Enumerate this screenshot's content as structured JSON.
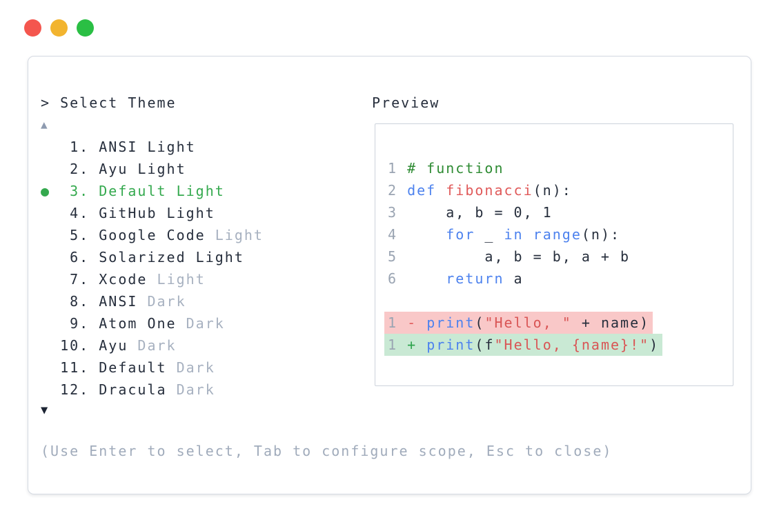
{
  "window": {
    "traffic_lights": [
      "close",
      "minimize",
      "zoom"
    ]
  },
  "palette": {
    "prompt": "> Select Theme",
    "scroll_up_icon": "▲",
    "scroll_down_icon": "▼",
    "selected_indicator": "●",
    "items": [
      {
        "number": "1.",
        "label": "ANSI Light",
        "muted": "",
        "selected": false
      },
      {
        "number": "2.",
        "label": "Ayu Light",
        "muted": "",
        "selected": false
      },
      {
        "number": "3.",
        "label": "Default Light",
        "muted": "",
        "selected": true
      },
      {
        "number": "4.",
        "label": "GitHub Light",
        "muted": "",
        "selected": false
      },
      {
        "number": "5.",
        "label": "Google Code",
        "muted": "Light",
        "selected": false
      },
      {
        "number": "6.",
        "label": "Solarized Light",
        "muted": "",
        "selected": false
      },
      {
        "number": "7.",
        "label": "Xcode",
        "muted": "Light",
        "selected": false
      },
      {
        "number": "8.",
        "label": "ANSI",
        "muted": "Dark",
        "selected": false
      },
      {
        "number": "9.",
        "label": "Atom One",
        "muted": "Dark",
        "selected": false
      },
      {
        "number": "10.",
        "label": "Ayu",
        "muted": "Dark",
        "selected": false
      },
      {
        "number": "11.",
        "label": "Default",
        "muted": "Dark",
        "selected": false
      },
      {
        "number": "12.",
        "label": "Dracula",
        "muted": "Dark",
        "selected": false
      }
    ],
    "hint": "(Use Enter to select, Tab to configure scope, Esc to close)"
  },
  "preview": {
    "title": "Preview",
    "code_lines": [
      {
        "bg": "none",
        "segments": [
          {
            "t": "1",
            "c": "ln"
          },
          {
            "t": " ",
            "c": "pl"
          },
          {
            "t": "# function",
            "c": "com"
          }
        ]
      },
      {
        "bg": "none",
        "segments": [
          {
            "t": "2",
            "c": "ln"
          },
          {
            "t": " ",
            "c": "pl"
          },
          {
            "t": "def",
            "c": "kw"
          },
          {
            "t": " ",
            "c": "pl"
          },
          {
            "t": "fibonacci",
            "c": "fn"
          },
          {
            "t": "(n):",
            "c": "pl"
          }
        ]
      },
      {
        "bg": "none",
        "segments": [
          {
            "t": "3",
            "c": "ln"
          },
          {
            "t": "     a, b = 0, 1",
            "c": "pl"
          }
        ]
      },
      {
        "bg": "none",
        "segments": [
          {
            "t": "4",
            "c": "ln"
          },
          {
            "t": "     ",
            "c": "pl"
          },
          {
            "t": "for",
            "c": "kw"
          },
          {
            "t": " _ ",
            "c": "pl"
          },
          {
            "t": "in",
            "c": "kw"
          },
          {
            "t": " ",
            "c": "pl"
          },
          {
            "t": "range",
            "c": "kw"
          },
          {
            "t": "(n):",
            "c": "pl"
          }
        ]
      },
      {
        "bg": "none",
        "segments": [
          {
            "t": "5",
            "c": "ln"
          },
          {
            "t": "         a, b = b, a + b",
            "c": "pl"
          }
        ]
      },
      {
        "bg": "none",
        "segments": [
          {
            "t": "6",
            "c": "ln"
          },
          {
            "t": "     ",
            "c": "pl"
          },
          {
            "t": "return",
            "c": "kw"
          },
          {
            "t": " a",
            "c": "pl"
          }
        ]
      },
      {
        "bg": "none",
        "segments": []
      },
      {
        "bg": "removed",
        "segments": [
          {
            "t": "1",
            "c": "ln"
          },
          {
            "t": " ",
            "c": "pl"
          },
          {
            "t": "-",
            "c": "minus"
          },
          {
            "t": " ",
            "c": "pl"
          },
          {
            "t": "print",
            "c": "kw"
          },
          {
            "t": "(",
            "c": "pl"
          },
          {
            "t": "\"Hello, \"",
            "c": "str"
          },
          {
            "t": " + name)",
            "c": "pl"
          }
        ]
      },
      {
        "bg": "added",
        "segments": [
          {
            "t": "1",
            "c": "ln"
          },
          {
            "t": " ",
            "c": "pl"
          },
          {
            "t": "+",
            "c": "plus"
          },
          {
            "t": " ",
            "c": "pl"
          },
          {
            "t": "print",
            "c": "kw"
          },
          {
            "t": "(f",
            "c": "pl"
          },
          {
            "t": "\"Hello, {name}!\"",
            "c": "str"
          },
          {
            "t": ")",
            "c": "pl"
          }
        ]
      }
    ]
  },
  "colors": {
    "accent_green": "#34a94e",
    "text": "#262e3c",
    "muted_text": "#a7b1c0",
    "hint_text": "#a0abbb",
    "keyword_blue": "#4d82ee",
    "function_red": "#e05a5a",
    "string_red": "#d95555",
    "comment_green": "#2e8b33",
    "line_number_gray": "#9aa4b2",
    "diff_removed_bg": "#f9c8c8",
    "diff_added_bg": "#c9e9d4",
    "diff_minus": "#e05a5a",
    "diff_plus": "#2ea44e",
    "scroll_up_arrow": "#8e9bb0",
    "scroll_down_arrow": "#1c2433",
    "panel_border": "#d5dae2",
    "preview_border": "#ccd2db",
    "traffic_red": "#f4564e",
    "traffic_yellow": "#f2b42f",
    "traffic_green": "#2abf44"
  }
}
